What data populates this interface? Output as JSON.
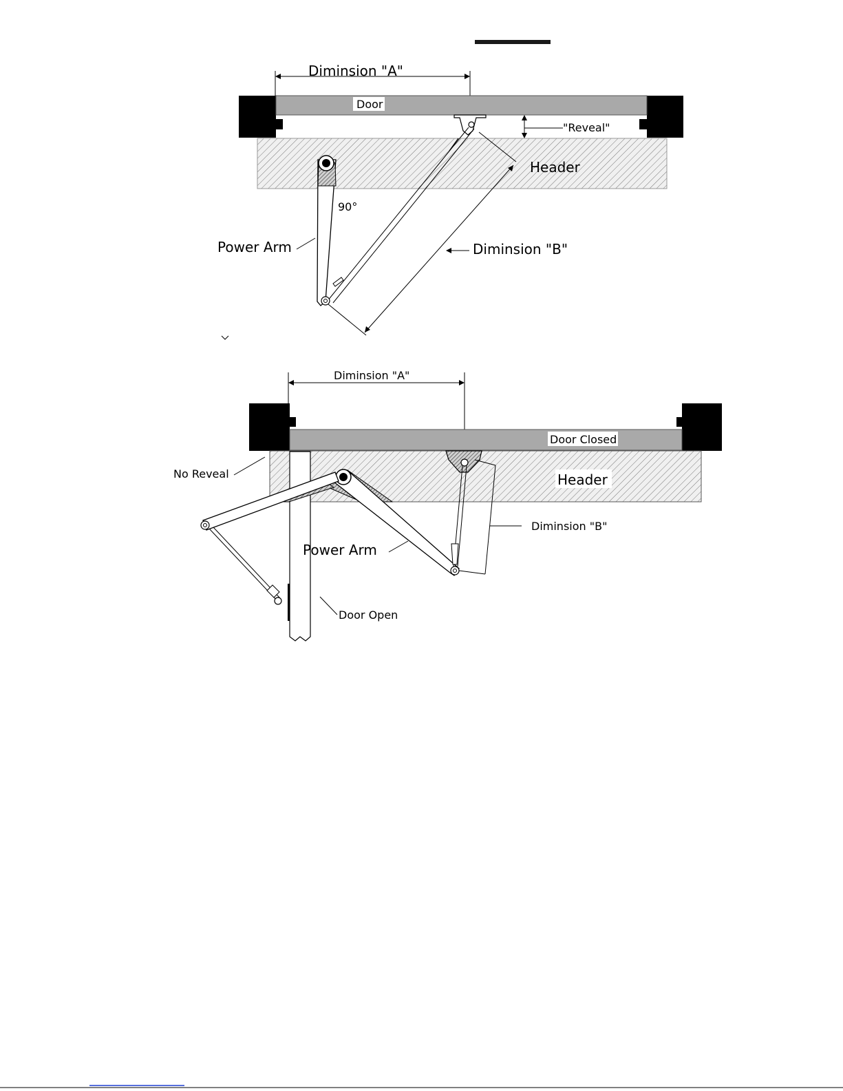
{
  "top_diagram": {
    "dimension_a": "Diminsion \"A\"",
    "door": "Door",
    "reveal": "\"Reveal\"",
    "header": "Header",
    "angle": "90°",
    "power_arm": "Power Arm",
    "dimension_b": "Diminsion \"B\""
  },
  "bottom_diagram": {
    "dimension_a": "Diminsion \"A\"",
    "door_closed": "Door Closed",
    "header": "Header",
    "no_reveal": "No Reveal",
    "dimension_b": "Diminsion \"B\"",
    "power_arm": "Power Arm",
    "door_open": "Door Open"
  },
  "colors": {
    "door": "#a9a9a9",
    "jamb": "#000000",
    "header_fill": "#e6e6e6",
    "footer_rule": "#1f3fd1"
  }
}
